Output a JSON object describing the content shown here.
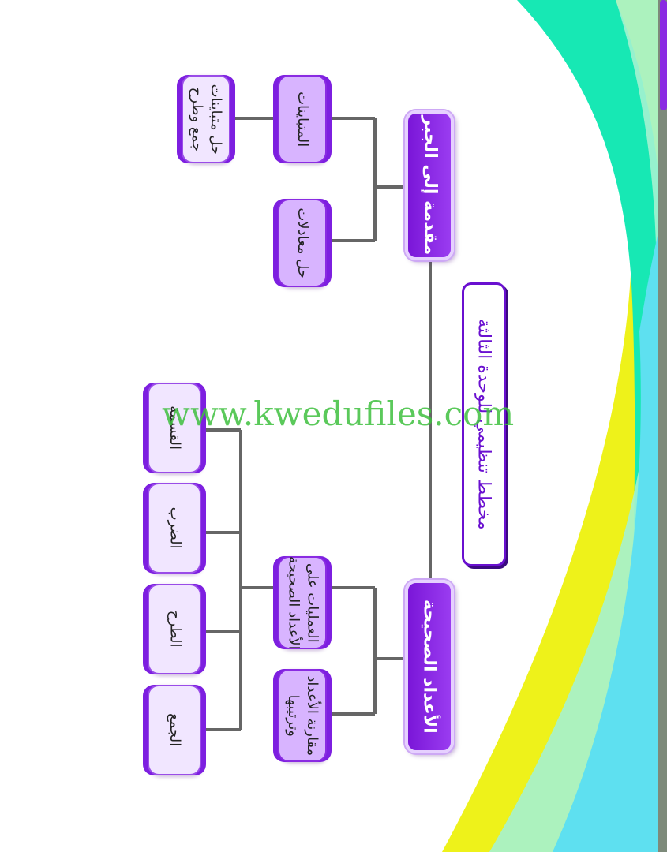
{
  "title": "مخطط تنظيمي للوحدة الثالثة",
  "watermark": "www.kwedufiles.com",
  "colors": {
    "main": "#7a16d8",
    "connector": "#666666",
    "accent_yellow": "#eef21a",
    "accent_teal": "#17e8b4",
    "accent_cyan": "#5ee0f0"
  },
  "branches": [
    {
      "label": "مقدمة إلى الجبر",
      "children": [
        {
          "label": "حل معادلات",
          "children": []
        },
        {
          "label": "المتباينات",
          "children": [
            {
              "label": [
                "حل متباينات",
                "جمع وطرح"
              ]
            }
          ]
        }
      ]
    },
    {
      "label": "الأعداد الصحيحة",
      "children": [
        {
          "label": [
            "مقارنة الأعداد",
            "وترتيبها"
          ],
          "children": []
        },
        {
          "label": [
            "العمليات على",
            "الأعداد الصحيحة"
          ],
          "children": [
            {
              "label": "الجمع"
            },
            {
              "label": "الطرح"
            },
            {
              "label": "الضرب"
            },
            {
              "label": "القسمة"
            }
          ]
        }
      ]
    }
  ]
}
